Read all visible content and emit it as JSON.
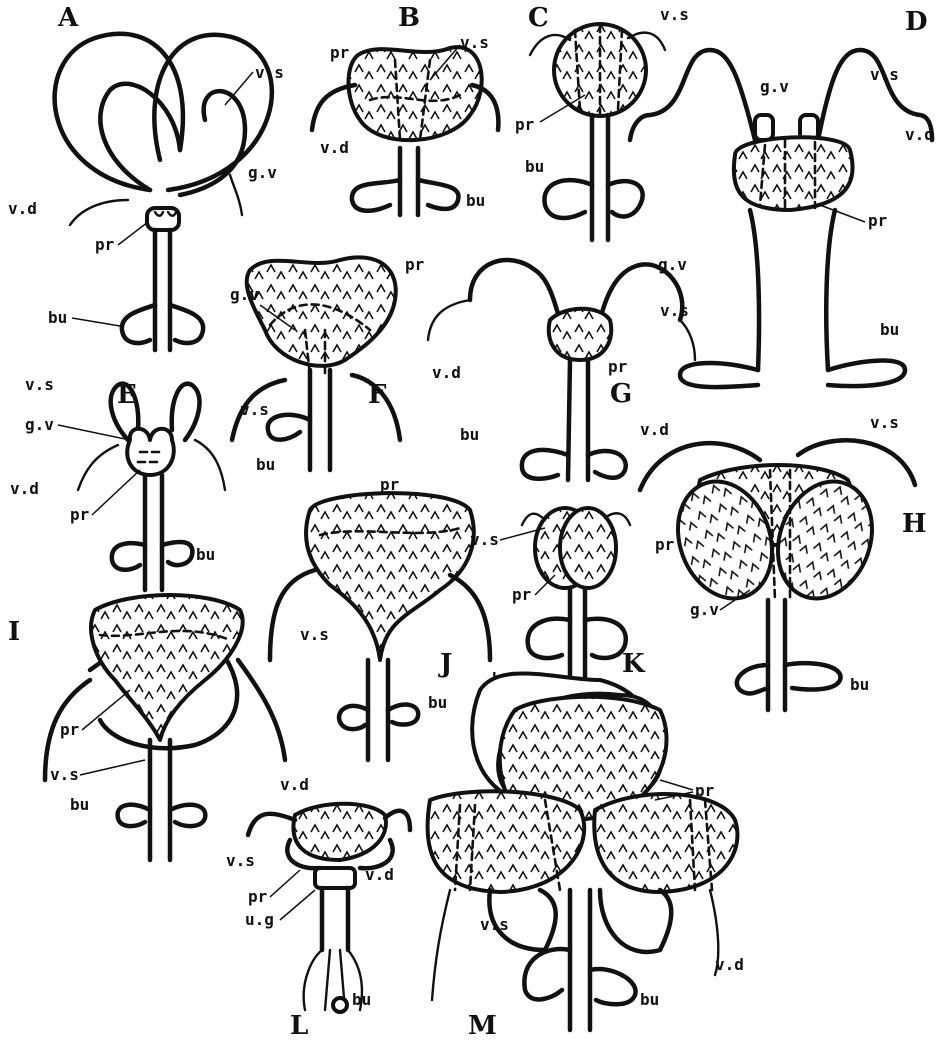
{
  "panels": [
    "A",
    "B",
    "C",
    "D",
    "E",
    "F",
    "G",
    "H",
    "I",
    "J",
    "K",
    "L",
    "M"
  ],
  "labels": {
    "v_s": "v.s",
    "v_d": "v.d",
    "g_v": "g.v",
    "pr": "pr",
    "bu": "bu",
    "u_g": "u.g"
  }
}
